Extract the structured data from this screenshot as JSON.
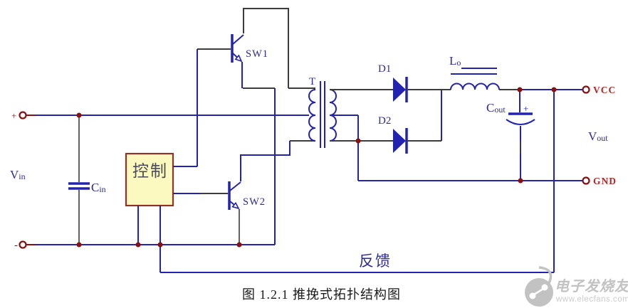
{
  "colors": {
    "wire_blue": "#2323b2",
    "wire_dark": "#3c3c3c",
    "terminal_red": "#8b0f0f",
    "supply_red": "#b32727",
    "label_navy": "#2b2b96",
    "box_fill": "#fbf9c0",
    "box_border": "#8e3424",
    "box_text": "#4a4a58",
    "title_black": "#1a1a1a",
    "watermark_gray": "#c2c2c2",
    "watermark_gray2": "#cccccc"
  },
  "labels": {
    "plus": "+",
    "minus": "-",
    "vin_main": "V",
    "vin_sub": "in",
    "cin_main": "C",
    "cin_sub": "in",
    "control": "控制",
    "sw1": "SW1",
    "sw2": "SW2",
    "transformer": "T",
    "d1": "D1",
    "d2": "D2",
    "lo_main": "L",
    "lo_sub": "o",
    "cout_main": "C",
    "cout_sub": "out",
    "cout_plus": "+",
    "vcc": "VCC",
    "gnd": "GND",
    "vout_main": "V",
    "vout_sub": "out",
    "feedback": "反馈"
  },
  "caption": "图 1.2.1  推挽式拓扑结构图",
  "watermark": {
    "name": "电子发烧友",
    "url": "www.elecfans.com"
  }
}
